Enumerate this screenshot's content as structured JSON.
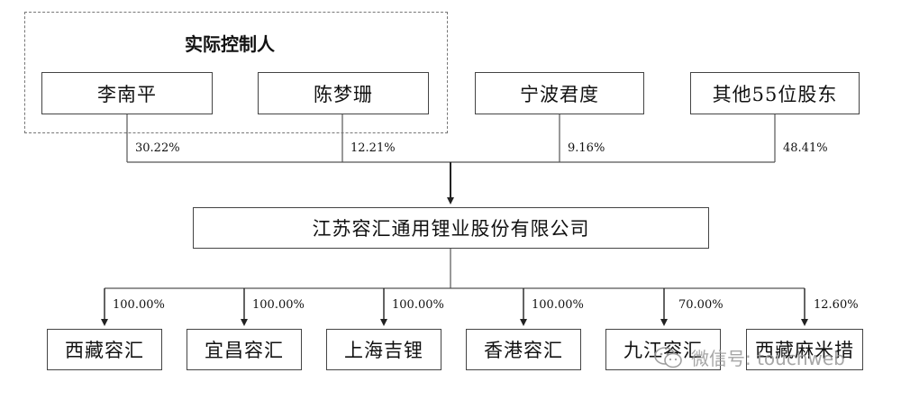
{
  "controller_group": {
    "title": "实际控制人"
  },
  "shareholders": [
    {
      "name": "李南平",
      "stake": "30.22%"
    },
    {
      "name": "陈梦珊",
      "stake": "12.21%"
    },
    {
      "name": "宁波君度",
      "stake": "9.16%"
    },
    {
      "name": "其他55位股东",
      "stake": "48.41%"
    }
  ],
  "company": {
    "name": "江苏容汇通用锂业股份有限公司"
  },
  "subsidiaries": [
    {
      "name": "西藏容汇",
      "stake": "100.00%"
    },
    {
      "name": "宜昌容汇",
      "stake": "100.00%"
    },
    {
      "name": "上海吉锂",
      "stake": "100.00%"
    },
    {
      "name": "香港容汇",
      "stake": "100.00%"
    },
    {
      "name": "九江容汇",
      "stake": "70.00%"
    },
    {
      "name": "西藏麻米措",
      "stake": "12.60%"
    }
  ],
  "colors": {
    "line": "#555555",
    "arrow": "#222222",
    "box_border": "#444444"
  },
  "watermark": {
    "icon": "wechat-icon",
    "text": "微信号: touchweb"
  }
}
